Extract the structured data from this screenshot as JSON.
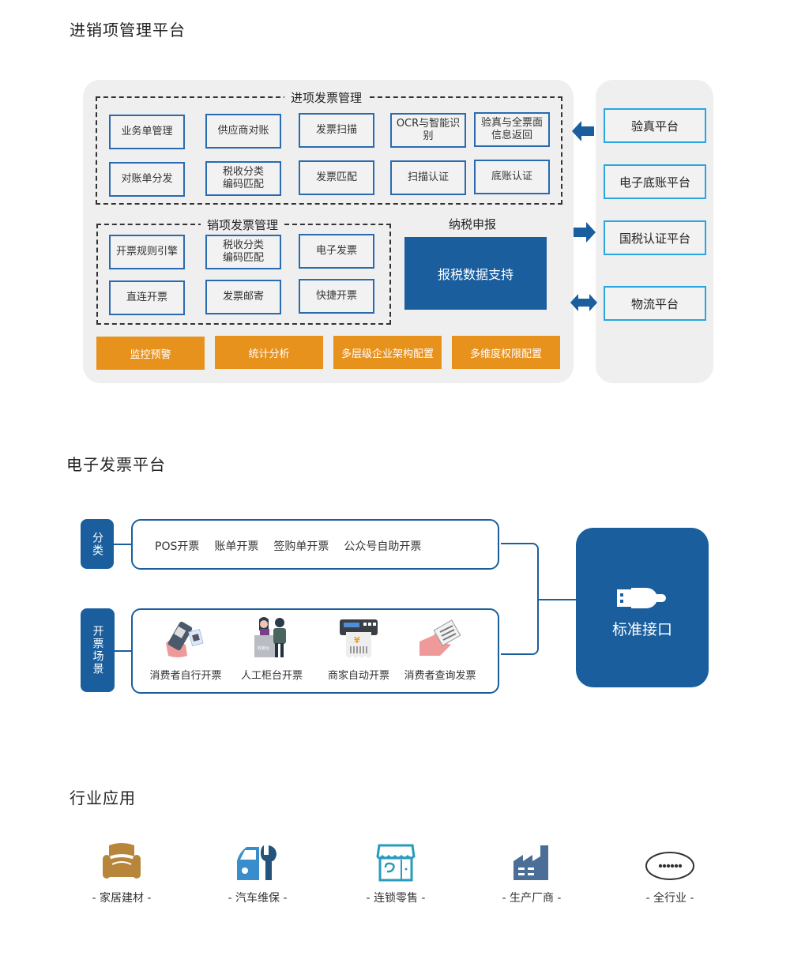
{
  "section1": {
    "title": "进销项管理平台",
    "input_group": {
      "title": "进项发票管理",
      "row1": [
        "业务单管理",
        "供应商对账",
        "发票扫描",
        "OCR与智能识别",
        "验真与全票面\n信息返回"
      ],
      "row2": [
        "对账单分发",
        "税收分类\n编码匹配",
        "发票匹配",
        "扫描认证",
        "底账认证"
      ]
    },
    "output_group": {
      "title": "销项发票管理",
      "row1": [
        "开票规则引擎",
        "税收分类\n编码匹配",
        "电子发票"
      ],
      "row2": [
        "直连开票",
        "发票邮寄",
        "快捷开票"
      ]
    },
    "tax": {
      "title": "纳税申报",
      "box": "报税数据支持"
    },
    "bottom_bar": [
      "监控预警",
      "统计分析",
      "多层级企业架构配置",
      "多维度权限配置"
    ],
    "external": [
      {
        "label": "验真平台",
        "arrow": "arrow-left-icon"
      },
      {
        "label": "电子底账平台",
        "arrow": ""
      },
      {
        "label": "国税认证平台",
        "arrow": "arrow-right-icon"
      },
      {
        "label": "物流平台",
        "arrow": "arrow-both-icon"
      }
    ],
    "colors": {
      "blue": "#1a5e9e",
      "orange": "#e8921e",
      "light_blue": "#2aa6de",
      "panel": "#efefef"
    }
  },
  "section2": {
    "title": "电子发票平台",
    "category_tag": "分类",
    "categories": [
      "POS开票",
      "账单开票",
      "签购单开票",
      "公众号自助开票"
    ],
    "scene_tag": "开票场景",
    "scenes": [
      {
        "label": "消费者自行开票",
        "icon": "phone-qr-scan-icon"
      },
      {
        "label": "人工柜台开票",
        "icon": "counter-cashier-icon",
        "icon_text": "收银台"
      },
      {
        "label": "商家自动开票",
        "icon": "receipt-printer-icon",
        "icon_text": "¥"
      },
      {
        "label": "消费者查询发票",
        "icon": "hand-receipt-icon"
      }
    ],
    "interface": {
      "label": "标准接口",
      "icon": "usb-plug-icon"
    }
  },
  "section3": {
    "title": "行业应用",
    "industries": [
      {
        "label": "- 家居建材 -",
        "icon": "sofa-icon",
        "color": "#b8863b"
      },
      {
        "label": "- 汽车维保 -",
        "icon": "car-wrench-icon",
        "color": "#3a8dcc"
      },
      {
        "label": "- 连锁零售 -",
        "icon": "storefront-icon",
        "color": "#2a9bbd"
      },
      {
        "label": "- 生产厂商 -",
        "icon": "factory-icon",
        "color": "#4a6e96"
      },
      {
        "label": "- 全行业 -",
        "icon": "more-dots-icon",
        "color": "#333333"
      }
    ]
  }
}
